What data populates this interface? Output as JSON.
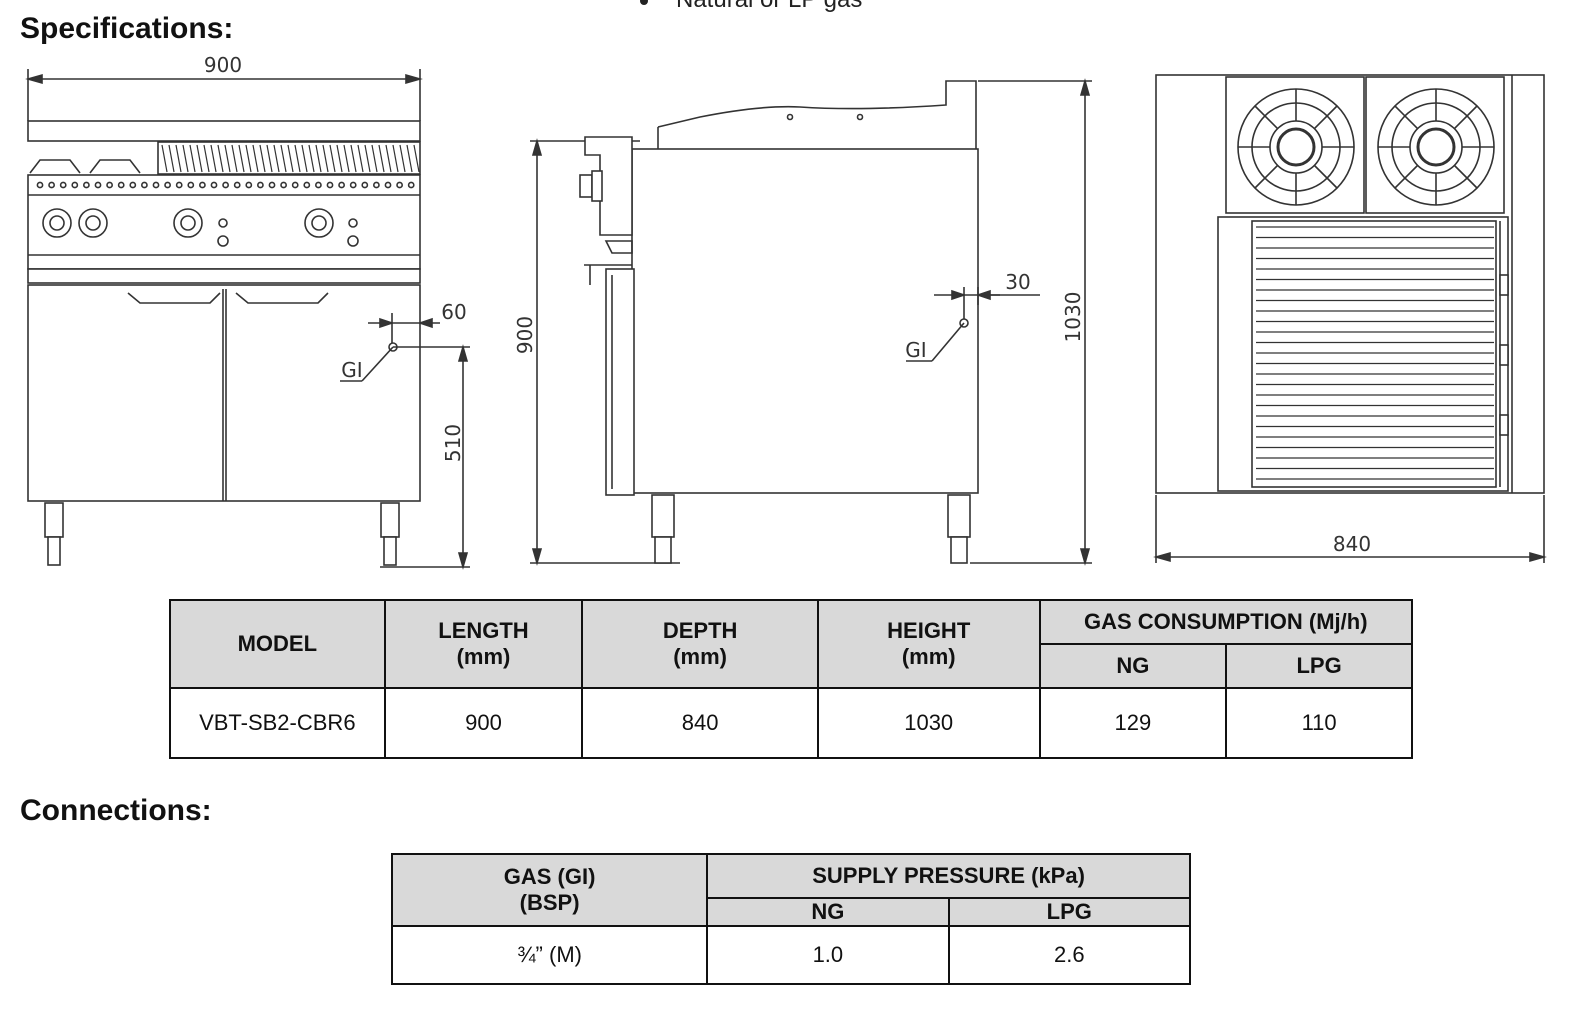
{
  "header_bullet": "Natural or LP gas",
  "specifications": {
    "heading": "Specifications:",
    "drawing": {
      "front": {
        "width_label": "900",
        "offset_label": "60",
        "gas_label": "GI",
        "height_label": "510"
      },
      "side": {
        "height_label": "900",
        "offset_label": "30",
        "gas_label": "GI",
        "total_height_label": "1030"
      },
      "top": {
        "depth_label": "840"
      }
    },
    "table": {
      "headers": {
        "model": "MODEL",
        "length": "LENGTH",
        "length_unit": "(mm)",
        "depth": "DEPTH",
        "depth_unit": "(mm)",
        "height": "HEIGHT",
        "height_unit": "(mm)",
        "gas": "GAS CONSUMPTION (Mj/h)",
        "ng": "NG",
        "lpg": "LPG"
      },
      "row": {
        "model": "VBT-SB2-CBR6",
        "length": "900",
        "depth": "840",
        "height": "1030",
        "ng": "129",
        "lpg": "110"
      }
    }
  },
  "connections": {
    "heading": "Connections:",
    "table": {
      "headers": {
        "gas": "GAS (GI)",
        "gas_unit": "(BSP)",
        "pressure": "SUPPLY PRESSURE (kPa)",
        "ng": "NG",
        "lpg": "LPG"
      },
      "row": {
        "gas": "¾” (M)",
        "ng": "1.0",
        "lpg": "2.6"
      }
    }
  }
}
